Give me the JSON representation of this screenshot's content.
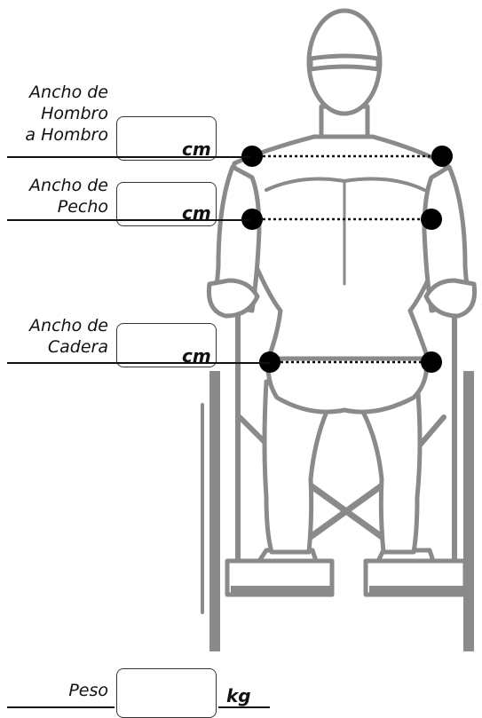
{
  "measurements": [
    {
      "label": "Ancho de\nHombro\na Hombro",
      "unit": "cm"
    },
    {
      "label": "Ancho de\nPecho",
      "unit": "cm"
    },
    {
      "label": "Ancho de\nCadera",
      "unit": "cm"
    }
  ],
  "weight": {
    "label": "Peso",
    "unit": "kg"
  },
  "colors": {
    "figure_stroke": "#8a8a8a",
    "figure_fill": "#ffffff",
    "marker": "#000000"
  }
}
